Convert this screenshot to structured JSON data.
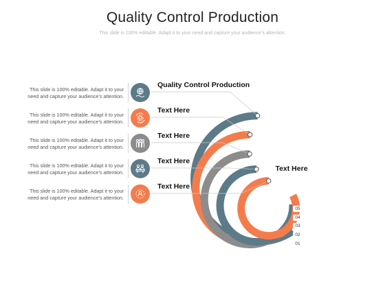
{
  "title": "Quality Control Production",
  "subtitle": "This slide is 100% editable. Adapt it to your need and capture your audience’s attention.",
  "center_label": "Text Here",
  "colors": {
    "slate": "#5d7a88",
    "orange": "#f47c4c",
    "gray": "#8c8c8c",
    "connector": "#c9c9c9"
  },
  "items": [
    {
      "heading": "Quality Control Production",
      "desc_line1": "This slide is 100% editable. Adapt it to your",
      "desc_line2": "need and capture your audience’s attention.",
      "icon": "globe-hand-icon",
      "color": "#5d7a88"
    },
    {
      "heading": "Text Here",
      "desc_line1": "This slide is 100% editable. Adapt it to your",
      "desc_line2": "need and capture your audience’s attention.",
      "icon": "gear-cycle-icon",
      "color": "#f47c4c"
    },
    {
      "heading": "Text Here",
      "desc_line1": "This slide is 100% editable. Adapt it to your",
      "desc_line2": "need and capture your audience’s attention.",
      "icon": "people-group-icon",
      "color": "#8c8c8c"
    },
    {
      "heading": "Text Here",
      "desc_line1": "This slide is 100% editable. Adapt it to your",
      "desc_line2": "need and capture your audience’s attention.",
      "icon": "team-meeting-icon",
      "color": "#5d7a88"
    },
    {
      "heading": "Text Here",
      "desc_line1": "This slide is 100% editable. Adapt it to your",
      "desc_line2": "need and capture your audience’s attention.",
      "icon": "network-person-icon",
      "color": "#f47c4c"
    }
  ],
  "ring_numbers": [
    "05",
    "04",
    "03",
    "02",
    "01"
  ]
}
